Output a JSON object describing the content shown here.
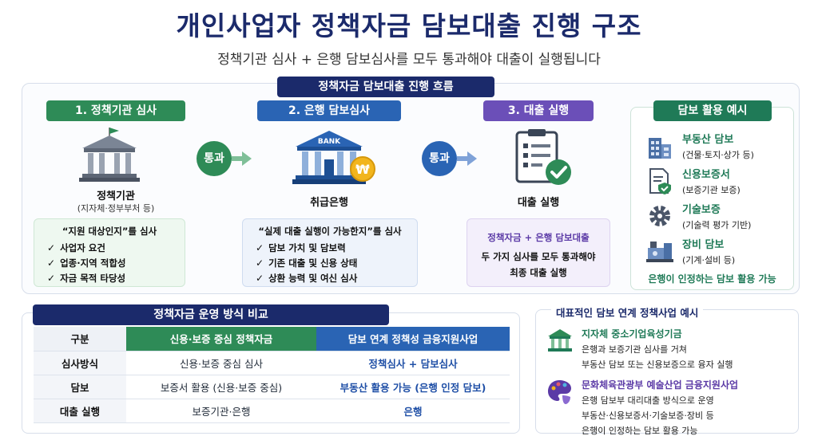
{
  "title": "개인사업자 정책자금 담보대출 진행 구조",
  "subtitle": "정책기관 심사 + 은행 담보심사를 모두 통과해야 대출이 실행됩니다",
  "flow": {
    "header": "정책자금 담보대출 진행 흐름",
    "pass_label": "통과",
    "step1": {
      "label": "1. 정책기관 심사",
      "name": "정책기관",
      "sub": "(지자체·정부부처 등)",
      "box_head": "“지원 대상인지”를 심사",
      "items": [
        "사업자 요건",
        "업종·지역 적합성",
        "자금 목적 타당성"
      ]
    },
    "step2": {
      "label": "2. 은행 담보심사",
      "name": "취급은행",
      "bank_text": "BANK",
      "coin": "₩",
      "box_head": "“실제 대출 실행이 가능한지”를 심사",
      "items": [
        "담보 가치 및 담보력",
        "기존 대출 및 신용 상태",
        "상환 능력 및 여신 심사"
      ]
    },
    "step3": {
      "label": "3. 대출 실행",
      "name": "대출 실행",
      "box_head": "정책자금 + 은행 담보대출",
      "box_lines": [
        "두 가지 심사를 모두 통과해야",
        "최종 대출 실행"
      ]
    }
  },
  "collateral": {
    "label": "담보 활용 예시",
    "items": [
      {
        "name": "부동산 담보",
        "desc": "(건물·토지·상가 등)",
        "icon": "building-icon"
      },
      {
        "name": "신용보증서",
        "desc": "(보증기관 보증)",
        "icon": "certificate-icon"
      },
      {
        "name": "기술보증",
        "desc": "(기술력 평가 기반)",
        "icon": "gear-icon"
      },
      {
        "name": "장비 담보",
        "desc": "(기계·설비 등)",
        "icon": "machine-icon"
      }
    ],
    "footer": "은행이 인정하는 담보 활용 가능"
  },
  "comparison": {
    "header": "정책자금 운영 방식 비교",
    "columns": [
      "구분",
      "신용·보증 중심 정책자금",
      "담보 연계 정책성 금융지원사업"
    ],
    "rows": [
      [
        "심사방식",
        "신용·보증 중심 심사",
        "정책심사 + 담보심사"
      ],
      [
        "담보",
        "보증서 활용 (신용·보증 중심)",
        "부동산 활용 가능 (은행 인정 담보)"
      ],
      [
        "대출 실행",
        "보증기관·은행",
        "은행"
      ]
    ]
  },
  "policy": {
    "title": "대표적인 담보 연계 정책사업 예시",
    "items": [
      {
        "name": "지자체 중소기업육성기금",
        "lines": [
          "은행과 보증기관 심사를 거쳐",
          "부동산 담보 또는 신용보증으로 융자 실행"
        ],
        "color": "#1f7a57"
      },
      {
        "name": "문화체육관광부 예술산업 금융지원사업",
        "lines": [
          "은행 담보부 대리대출 방식으로 운영",
          "부동산·신용보증서·기술보증·장비 등",
          "은행이 인정하는 담보 활용 가능"
        ],
        "color": "#5b3aa6"
      }
    ]
  },
  "colors": {
    "navy": "#1b2a6b",
    "green": "#2e8b57",
    "blue": "#2a64b4",
    "purple": "#6b4fb8"
  }
}
